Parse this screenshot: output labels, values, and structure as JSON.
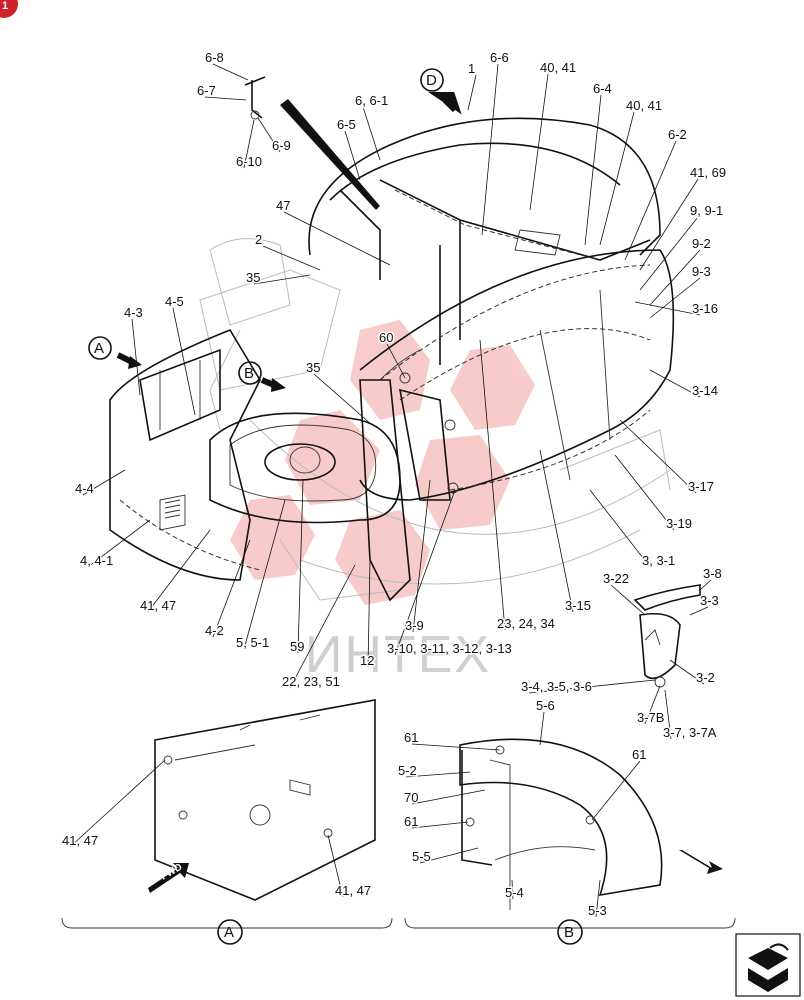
{
  "callouts": [
    {
      "text": "6-8"
    },
    {
      "text": "6-7"
    },
    {
      "text": "6-9"
    },
    {
      "text": "6-10"
    },
    {
      "text": "6-6"
    },
    {
      "text": "1"
    },
    {
      "text": "40, 41"
    },
    {
      "text": "6-4"
    },
    {
      "text": "6, 6-1"
    },
    {
      "text": "6-5"
    },
    {
      "text": "40, 41"
    },
    {
      "text": "6-2"
    },
    {
      "text": "41, 69"
    },
    {
      "text": "9, 9-1"
    },
    {
      "text": "9-2"
    },
    {
      "text": "9-3"
    },
    {
      "text": "47"
    },
    {
      "text": "2"
    },
    {
      "text": "35"
    },
    {
      "text": "3-16"
    },
    {
      "text": "4-3"
    },
    {
      "text": "4-5"
    },
    {
      "text": "60"
    },
    {
      "text": "3-14"
    },
    {
      "text": "35"
    },
    {
      "text": "4-4"
    },
    {
      "text": "3-17"
    },
    {
      "text": "3-19"
    },
    {
      "text": "4, 4-1"
    },
    {
      "text": "3, 3-1"
    },
    {
      "text": "3-22"
    },
    {
      "text": "3-8"
    },
    {
      "text": "41, 47"
    },
    {
      "text": "3-3"
    },
    {
      "text": "4-2"
    },
    {
      "text": "5, 5-1"
    },
    {
      "text": "59"
    },
    {
      "text": "3-9"
    },
    {
      "text": "3-15"
    },
    {
      "text": "23, 24, 34"
    },
    {
      "text": "3-2"
    },
    {
      "text": "3-10, 3-11, 3-12, 3-13"
    },
    {
      "text": "12"
    },
    {
      "text": "22, 23, 51"
    },
    {
      "text": "3-4, 3-5, 3-6"
    },
    {
      "text": "3-7B"
    },
    {
      "text": "3-7, 3-7A"
    },
    {
      "text": "5-6"
    },
    {
      "text": "61"
    },
    {
      "text": "61"
    },
    {
      "text": "5-2"
    },
    {
      "text": "70"
    },
    {
      "text": "61"
    },
    {
      "text": "41, 47"
    },
    {
      "text": "5-5"
    },
    {
      "text": "5-4"
    },
    {
      "text": "5-3"
    },
    {
      "text": "41, 47"
    }
  ],
  "view_markers": {
    "a": "A",
    "b": "B",
    "d": "D"
  },
  "detail_labels": {
    "a": "A",
    "b": "B"
  },
  "fwd_label": "FWD",
  "watermark": "ИНТЕХ",
  "corner_badge": "1"
}
